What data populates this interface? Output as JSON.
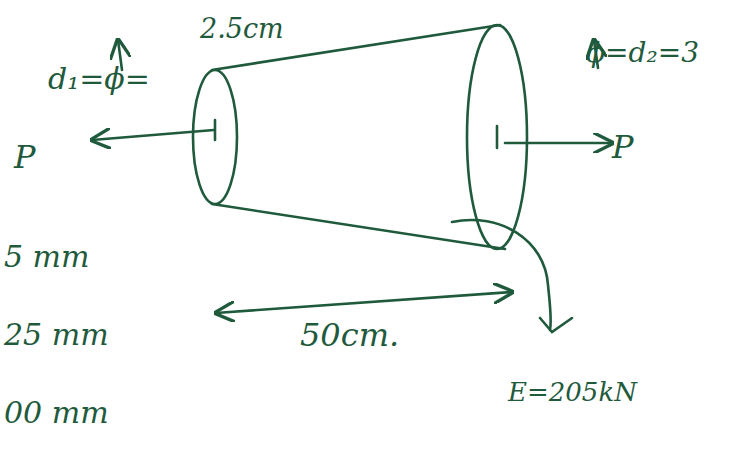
{
  "diagram": {
    "labels": [
      "d₁=ϕ=",
      "2.5cm",
      "ϕ=d₂=3",
      "P",
      "P",
      "50cm.",
      "E=205kN",
      "5 mm",
      "25 mm",
      "00 mm"
    ]
  }
}
